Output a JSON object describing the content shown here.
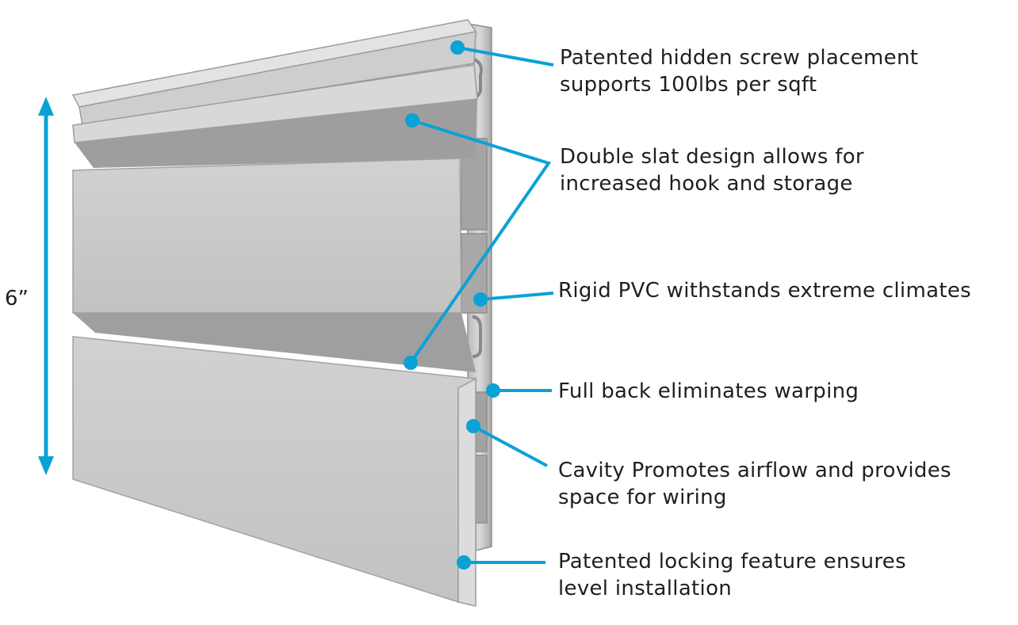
{
  "dimension": {
    "label": "6”"
  },
  "accent_color": "#0aa2d6",
  "panel_colors": {
    "face": "#c9c8c8",
    "face_dark": "#b4b3b3",
    "edge": "#e6e6e6",
    "shadow": "#9c9b9b"
  },
  "callouts": [
    {
      "id": "hidden-screw",
      "lines": [
        "Patented hidden screw placement",
        "supports 100lbs per sqft"
      ]
    },
    {
      "id": "double-slat",
      "lines": [
        "Double slat design allows for",
        "increased hook and storage"
      ]
    },
    {
      "id": "rigid-pvc",
      "lines": [
        "Rigid PVC withstands extreme climates"
      ]
    },
    {
      "id": "full-back",
      "lines": [
        "Full back eliminates warping"
      ]
    },
    {
      "id": "cavity",
      "lines": [
        "Cavity Promotes airflow and provides",
        "space for wiring"
      ]
    },
    {
      "id": "locking",
      "lines": [
        "Patented locking feature ensures",
        "level installation"
      ]
    }
  ]
}
